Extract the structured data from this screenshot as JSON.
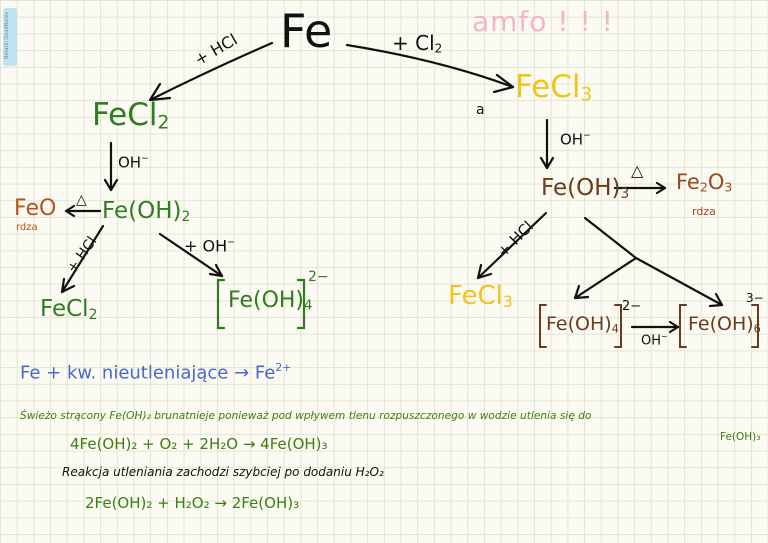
{
  "side_tab": "Notatki GoodNotes",
  "title_fe": "Fe",
  "amfo": "amfo ! ! !",
  "left": {
    "hcl1": "+ HCl",
    "fecl2": "FeCl",
    "fecl2_sub": "2",
    "oh1": "OH",
    "oh1_sup": "−",
    "feoh2": "Fe(OH)",
    "feoh2_sub": "2",
    "triangle": "△",
    "feo": "FeO",
    "feo_note": "rdza",
    "hcl2": "+ HCl",
    "oh2": "+ OH",
    "oh2_sup": "−",
    "fecl2b": "FeCl",
    "fecl2b_sub": "2",
    "complex": "Fe(OH)",
    "complex_sub": "4",
    "complex_charge": "2−"
  },
  "right": {
    "cl2": "+ Cl",
    "cl2_sub": "2",
    "a_mark": "a",
    "fecl3": "FeCl",
    "fecl3_sub": "3",
    "oh1": "OH",
    "oh1_sup": "−",
    "feoh3": "Fe(OH)",
    "feoh3_sub": "3",
    "triangle": "△",
    "fe2o3": "Fe",
    "fe2o3_sub1": "2",
    "fe2o3_mid": "O",
    "fe2o3_sub2": "3",
    "fe2o3_note": "rdza",
    "hcl": "+ HCl",
    "fecl3b": "FeCl",
    "fecl3b_sub": "3",
    "complex1": "Fe(OH)",
    "complex1_sub": "4",
    "complex1_charge": "2−",
    "oh_mid": "OH",
    "oh_mid_sup": "−",
    "complex2": "Fe(OH)",
    "complex2_sub": "6",
    "complex2_charge": "3−"
  },
  "notes": {
    "line1_a": "Fe + kw. nieutleniające → Fe",
    "line1_sup": "2+",
    "line2": "Świeżo strącony Fe(OH)₂ brunatnieje ponieważ pod wpływem tlenu rozpuszczonego w wodzie utlenia się do",
    "line2_tail": "Fe(OH)₃",
    "eq1": "4Fe(OH)₂ + O₂ + 2H₂O → 4Fe(OH)₃",
    "line3": "Reakcja utleniania zachodzi szybciej po dodaniu H₂O₂",
    "eq2": "2Fe(OH)₂ + H₂O₂ → 2Fe(OH)₃"
  }
}
